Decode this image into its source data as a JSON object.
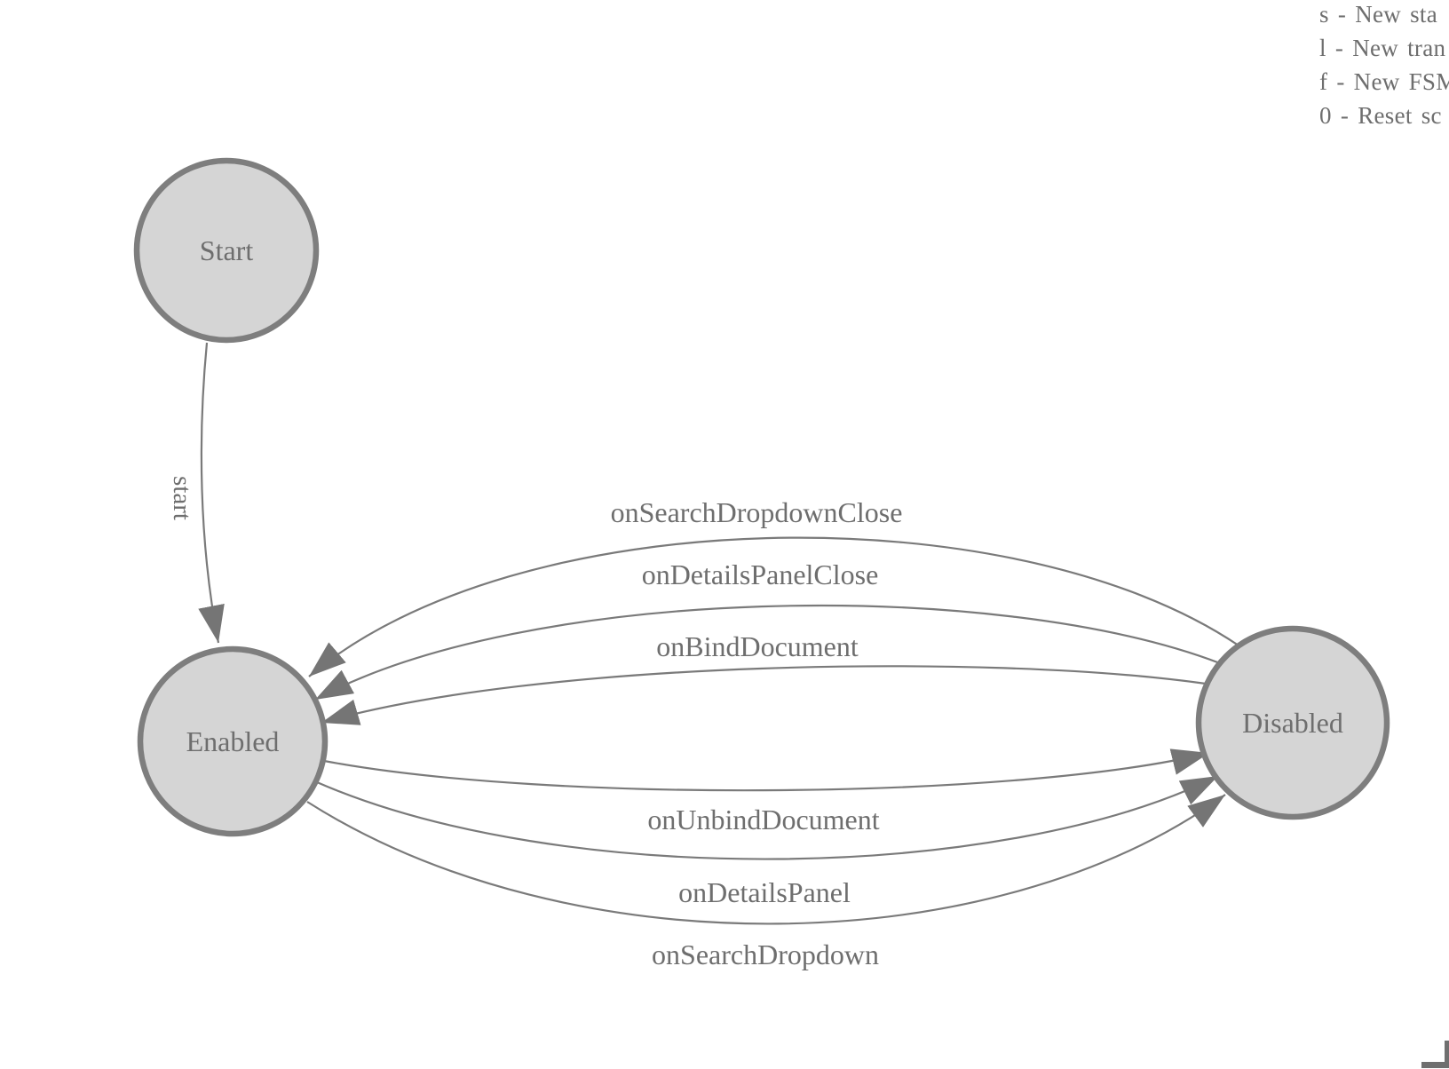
{
  "diagram": {
    "states": [
      {
        "id": "start",
        "label": "Start"
      },
      {
        "id": "enabled",
        "label": "Enabled"
      },
      {
        "id": "disabled",
        "label": "Disabled"
      }
    ],
    "edges": [
      {
        "id": "start-transition",
        "label": "start",
        "from": "Start",
        "to": "Enabled"
      },
      {
        "id": "on-search-dropdown-close",
        "label": "onSearchDropdownClose",
        "from": "Disabled",
        "to": "Enabled"
      },
      {
        "id": "on-details-panel-close",
        "label": "onDetailsPanelClose",
        "from": "Disabled",
        "to": "Enabled"
      },
      {
        "id": "on-bind-document",
        "label": "onBindDocument",
        "from": "Disabled",
        "to": "Enabled"
      },
      {
        "id": "on-unbind-document",
        "label": "onUnbindDocument",
        "from": "Enabled",
        "to": "Disabled"
      },
      {
        "id": "on-details-panel",
        "label": "onDetailsPanel",
        "from": "Enabled",
        "to": "Disabled"
      },
      {
        "id": "on-search-dropdown",
        "label": "onSearchDropdown",
        "from": "Enabled",
        "to": "Disabled"
      }
    ]
  },
  "legend": {
    "lines": [
      {
        "key": "s",
        "text": "s - New sta"
      },
      {
        "key": "l",
        "text": "l - New tran"
      },
      {
        "key": "f",
        "text": "f - New FSM"
      },
      {
        "key": "0",
        "text": "0 - Reset sc"
      }
    ]
  },
  "colors": {
    "state_fill": "#d5d5d5",
    "state_stroke": "#7e7e7e",
    "edge_stroke": "#7a7a7a",
    "arrow_fill": "#757575",
    "text": "#6e6e6e",
    "background": "#ffffff"
  }
}
